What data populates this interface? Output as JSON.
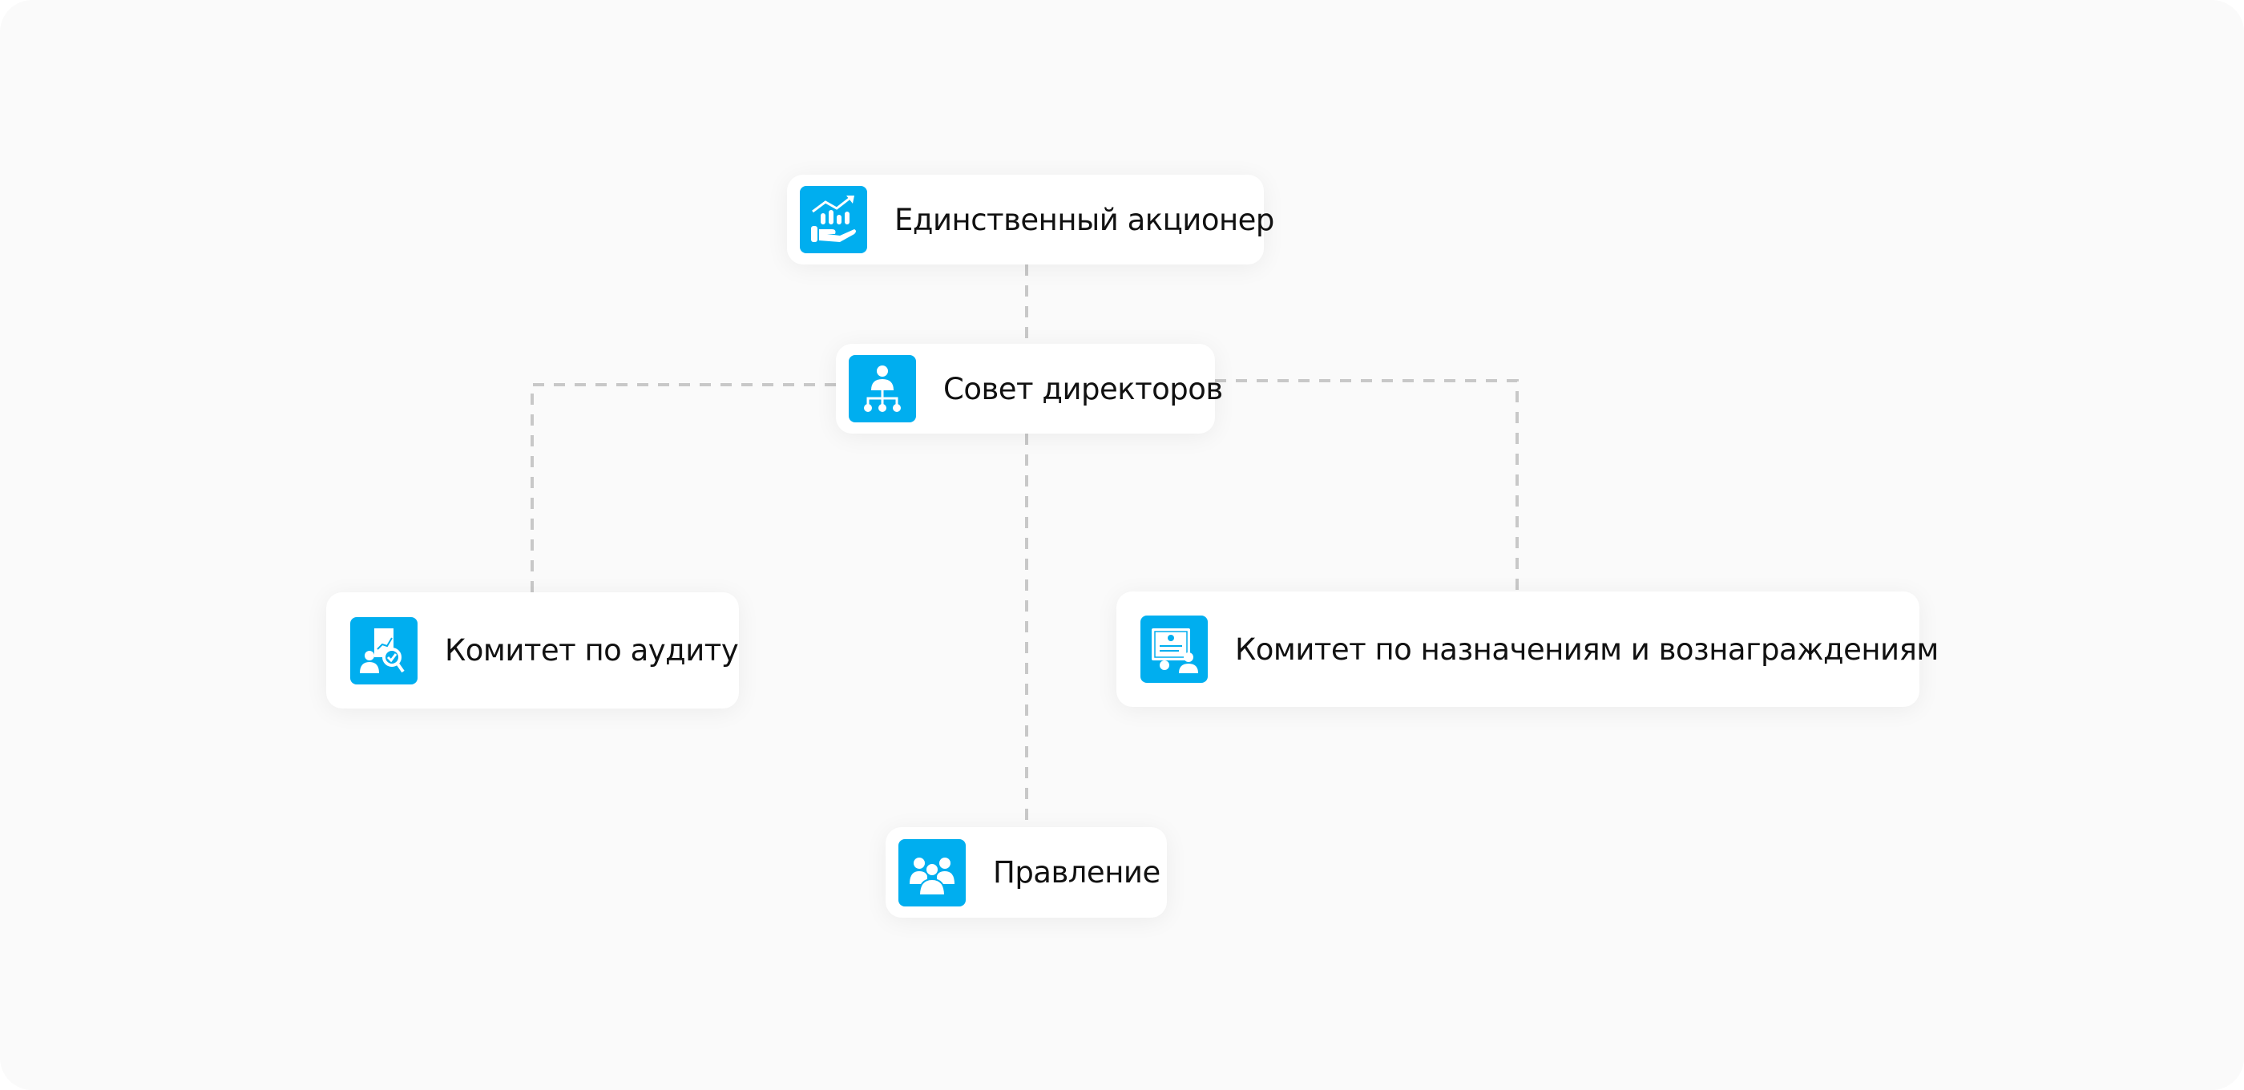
{
  "nodes": {
    "shareholder": {
      "label": "Единственный акционер",
      "icon": "investment-hand-icon"
    },
    "board": {
      "label": "Совет директоров",
      "icon": "org-structure-icon"
    },
    "audit": {
      "label": "Комитет по аудиту",
      "icon": "audit-icon"
    },
    "nominations": {
      "label": "Комитет по назначениям и вознаграждениям",
      "icon": "certificate-icon"
    },
    "management": {
      "label": "Правление",
      "icon": "team-icon"
    }
  },
  "colors": {
    "accent": "#00aeef",
    "connector": "#c8c8c8",
    "background": "#fafafa"
  }
}
